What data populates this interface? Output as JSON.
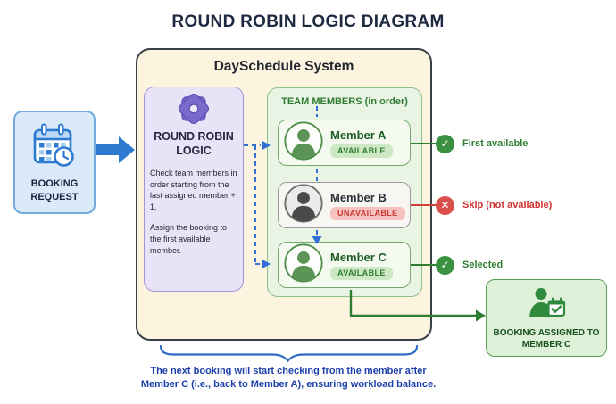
{
  "title": "ROUND ROBIN LOGIC DIAGRAM",
  "booking_request": {
    "label": "BOOKING REQUEST"
  },
  "system": {
    "title": "DaySchedule System",
    "logic": {
      "title": "ROUND ROBIN LOGIC",
      "body_1": "Check team members in order starting from the last assigned member + 1.",
      "body_2": "Assign the booking to the first available member."
    },
    "team": {
      "header": "TEAM MEMBERS (in order)",
      "members": [
        {
          "name": "Member A",
          "status": "AVAILABLE"
        },
        {
          "name": "Member B",
          "status": "UNAVAILABLE"
        },
        {
          "name": "Member C",
          "status": "AVAILABLE"
        }
      ]
    }
  },
  "annotations": [
    {
      "icon": "check",
      "label": "First available"
    },
    {
      "icon": "cross",
      "label": "Skip (not available)"
    },
    {
      "icon": "check",
      "label": "Selected"
    }
  ],
  "result": {
    "line1": "BOOKING ASSIGNED TO",
    "line2": "MEMBER C"
  },
  "caption": {
    "line1": "The next booking will start checking from the member after",
    "line2": "Member C (i.e., back to Member A), ensuring workload balance."
  },
  "colors": {
    "accent_blue": "#2e7ad1",
    "dashed_blue": "#2f6fd6",
    "green": "#2f7d33",
    "red": "#d32f2f",
    "cream_bg": "#fcf4df",
    "lavender_bg": "#e9e3f8",
    "team_bg": "#eaf4e4",
    "navy": "#1d2940",
    "brace_blue": "#2e6bc4"
  }
}
